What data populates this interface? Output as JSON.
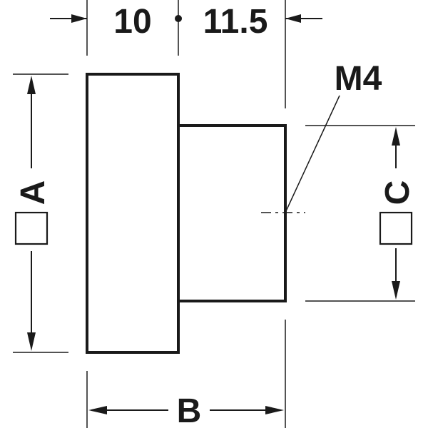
{
  "dimensions": {
    "cap_depth": "10",
    "shank_length": "11.5",
    "thread": "M4",
    "width_a": "A",
    "width_b": "B",
    "width_c": "C"
  },
  "colors": {
    "ink": "#1a1a1a",
    "background": "#ffffff"
  }
}
